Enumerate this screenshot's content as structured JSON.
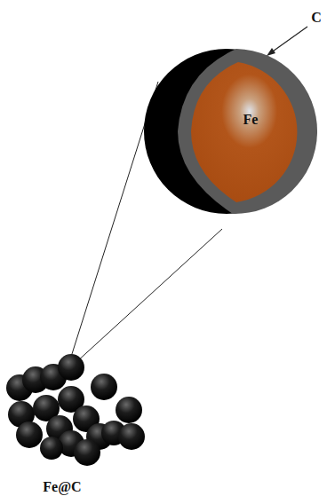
{
  "diagram": {
    "nodes": [
      {
        "text": [
          "Fe"
        ]
      }
    ],
    "labels": [
      "C",
      "Fe@C"
    ]
  }
}
